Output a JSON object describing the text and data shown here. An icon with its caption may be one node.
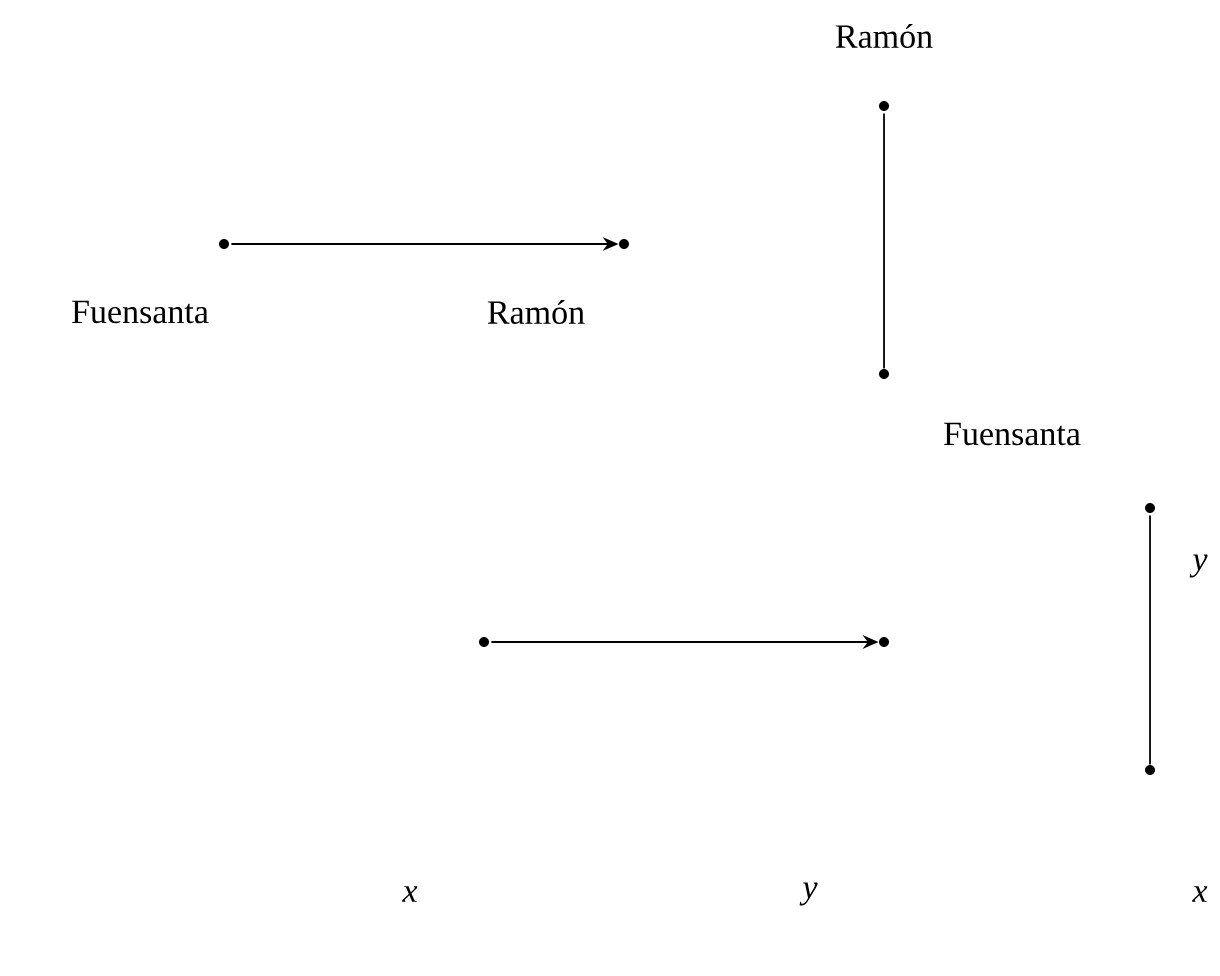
{
  "diagram": {
    "nodes": [
      {
        "text": [],
        "shape": "circle",
        "beside": [
          "Fuensanta"
        ]
      },
      {
        "text": [],
        "shape": "circle",
        "beside": [
          "Ramón"
        ]
      },
      {
        "text": [],
        "shape": "circle",
        "beside": [
          "Ramón"
        ]
      },
      {
        "text": [],
        "shape": "circle",
        "beside": [
          "Fuensanta"
        ]
      },
      {
        "text": [],
        "shape": "circle"
      },
      {
        "text": [],
        "shape": "circle"
      },
      {
        "text": [],
        "shape": "circle"
      },
      {
        "text": [],
        "shape": "circle"
      }
    ],
    "edges": [
      {
        "from": 0,
        "to": 1,
        "arrow": "to"
      },
      {
        "from": 2,
        "to": 3,
        "arrow": "none"
      },
      {
        "from": 4,
        "to": 5,
        "arrow": "to"
      },
      {
        "from": 6,
        "to": 7,
        "arrow": "none"
      }
    ],
    "labels": [
      "y",
      "x",
      "y",
      "x"
    ]
  }
}
